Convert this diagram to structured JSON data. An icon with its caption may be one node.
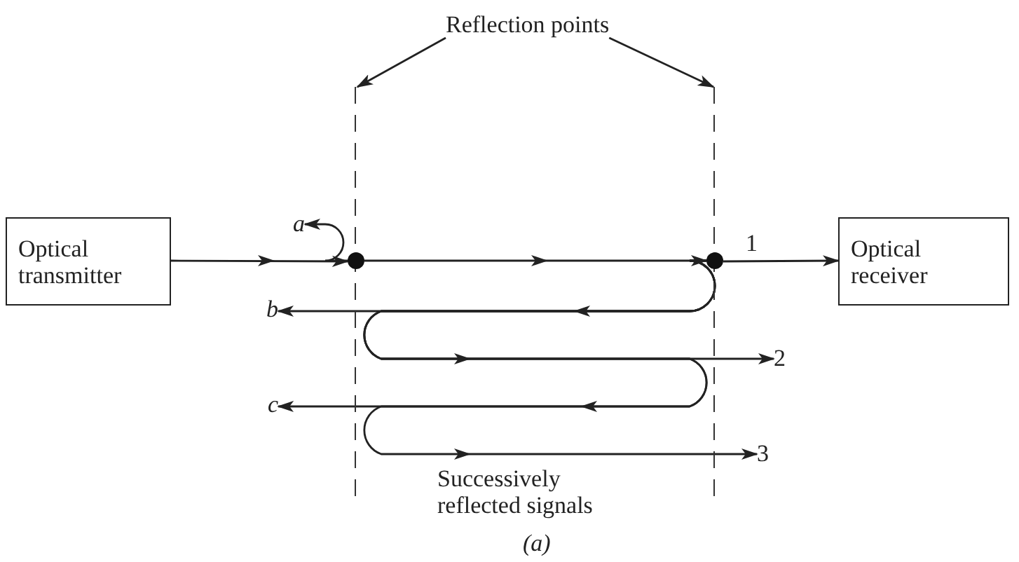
{
  "diagram": {
    "caption": "(a)",
    "nodes": [
      {
        "text": [
          "Reflection points"
        ]
      },
      {
        "text": [
          "Optical transmitter"
        ]
      },
      {
        "text": [],
        "shape": "line"
      },
      {
        "text": [],
        "shape": "line"
      },
      {
        "text": [],
        "shape": "circle"
      },
      {
        "text": [],
        "shape": "circle"
      },
      {
        "text": [
          "Optical receiver"
        ]
      },
      {
        "text": [
          "a"
        ]
      },
      {
        "text": [
          "b"
        ]
      },
      {
        "text": [
          "c"
        ]
      },
      {
        "text": [
          "2"
        ]
      },
      {
        "text": [
          "3"
        ]
      }
    ],
    "edges": [
      {
        "from": 0,
        "to": 2,
        "arrow": "to"
      },
      {
        "from": 0,
        "to": 3,
        "arrow": "to"
      },
      {
        "from": 1,
        "to": 4,
        "arrow": "to"
      },
      {
        "from": 4,
        "to": 7,
        "arrow": "to"
      },
      {
        "from": 4,
        "to": 5,
        "arrow": "to"
      },
      {
        "from": 5,
        "to": 6,
        "arrow": "to",
        "label": "1"
      },
      {
        "from": 5,
        "to": 8,
        "arrow": "to"
      },
      {
        "from": 5,
        "to": 10,
        "arrow": "to"
      },
      {
        "from": 5,
        "to": 9,
        "arrow": "to"
      },
      {
        "from": 5,
        "to": 11,
        "arrow": "to"
      }
    ],
    "labels": [
      "Successively reflected signals"
    ]
  }
}
